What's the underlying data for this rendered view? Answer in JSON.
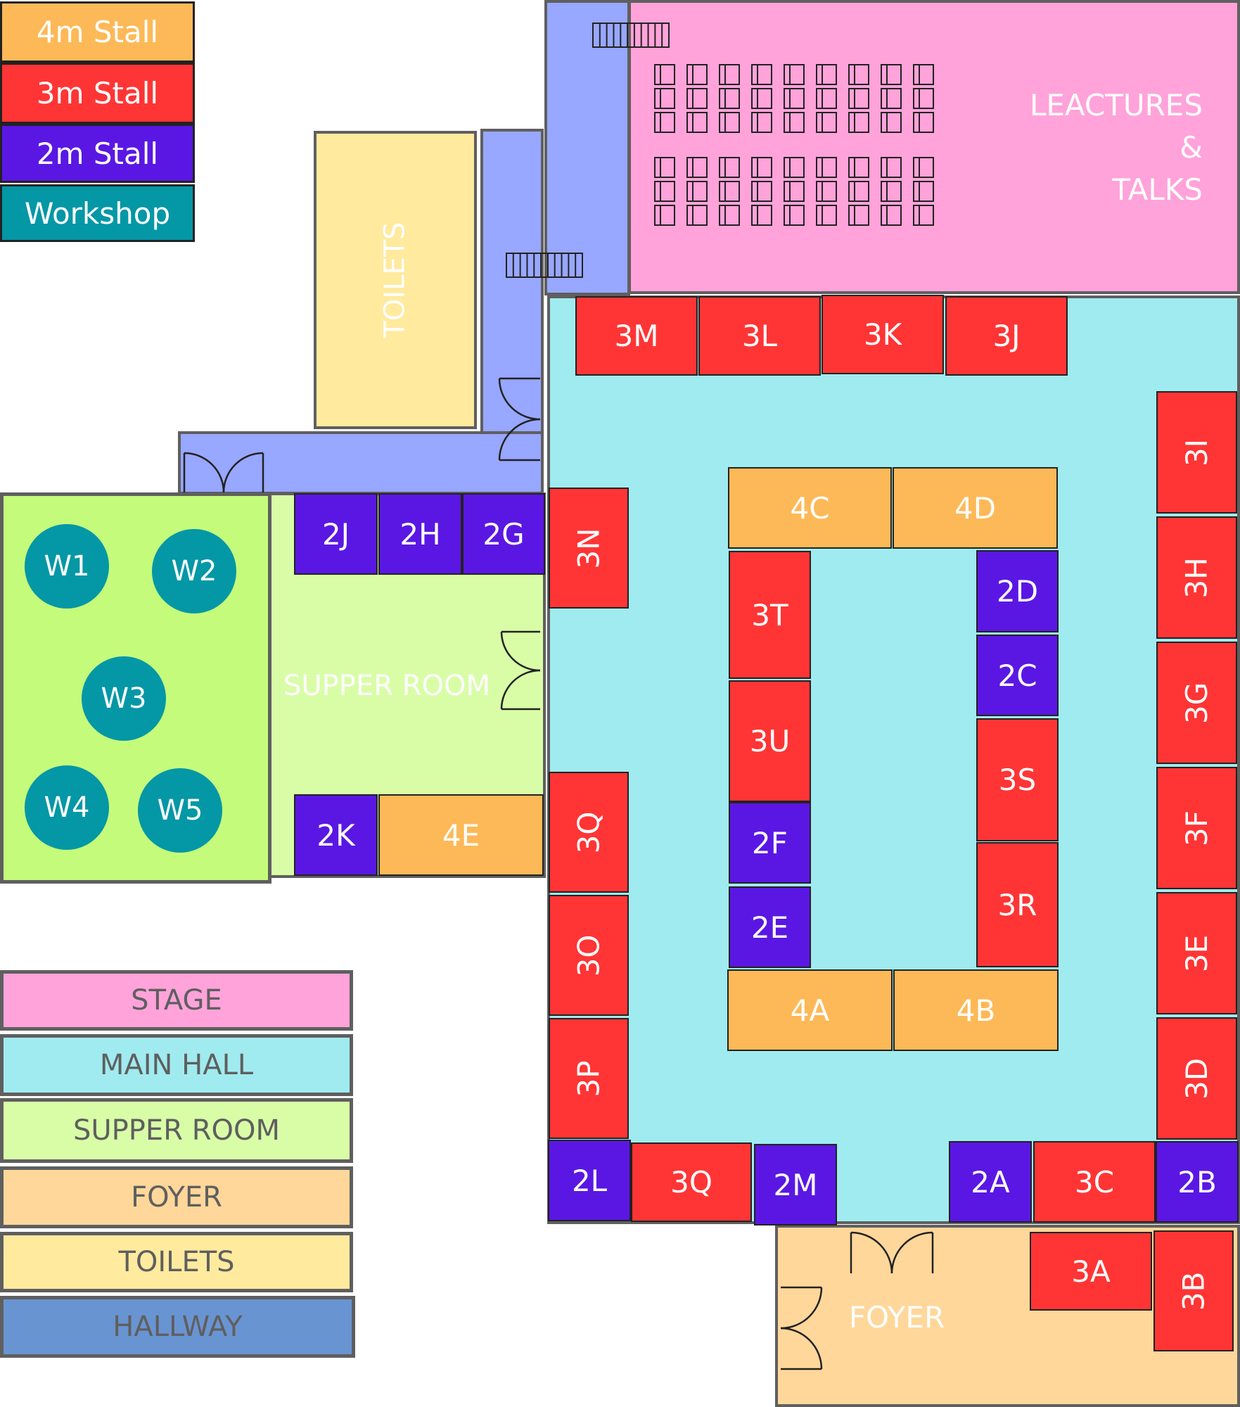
{
  "legend_stalls": [
    {
      "label": "4m Stall",
      "color": "#fdb957"
    },
    {
      "label": "3m Stall",
      "color": "#ff3535"
    },
    {
      "label": "2m Stall",
      "color": "#5a17e3"
    },
    {
      "label": "Workshop",
      "color": "#0497a6"
    }
  ],
  "legend_zones": [
    {
      "label": "STAGE",
      "color": "#ffa3da"
    },
    {
      "label": "MAIN HALL",
      "color": "#a0ebef"
    },
    {
      "label": "SUPPER ROOM",
      "color": "#d9fda7"
    },
    {
      "label": "FOYER",
      "color": "#ffd79a"
    },
    {
      "label": "TOILETS",
      "color": "#ffea9e"
    },
    {
      "label": "HALLWAY",
      "color": "#6994d2"
    }
  ],
  "areas": {
    "stage_label": [
      "LEACTURES",
      "&",
      "TALKS"
    ],
    "supper_room": "SUPPER ROOM",
    "toilets": "TOILETS",
    "foyer": "FOYER"
  },
  "workshops": [
    "W1",
    "W2",
    "W3",
    "W4",
    "W5"
  ],
  "stalls": {
    "top_row": [
      "3M",
      "3L",
      "3K",
      "3J"
    ],
    "right_col": [
      "3I",
      "3H",
      "3G",
      "3F",
      "3E",
      "3D"
    ],
    "bottom_right": [
      "2A",
      "3C",
      "2B"
    ],
    "bottom_left": [
      "2L",
      "3Q",
      "2M"
    ],
    "left_col": [
      "3N",
      "3Q",
      "3O",
      "3P"
    ],
    "supper_top": [
      "2J",
      "2H",
      "2G"
    ],
    "supper_bottom": [
      "2K",
      "4E"
    ],
    "inner_top": [
      "4C",
      "4D"
    ],
    "inner_bottom": [
      "4A",
      "4B"
    ],
    "inner_left": [
      "3T",
      "3U",
      "2F",
      "2E"
    ],
    "inner_right": [
      "2D",
      "2C",
      "3S",
      "3R"
    ],
    "foyer": [
      "3A",
      "3B"
    ]
  }
}
